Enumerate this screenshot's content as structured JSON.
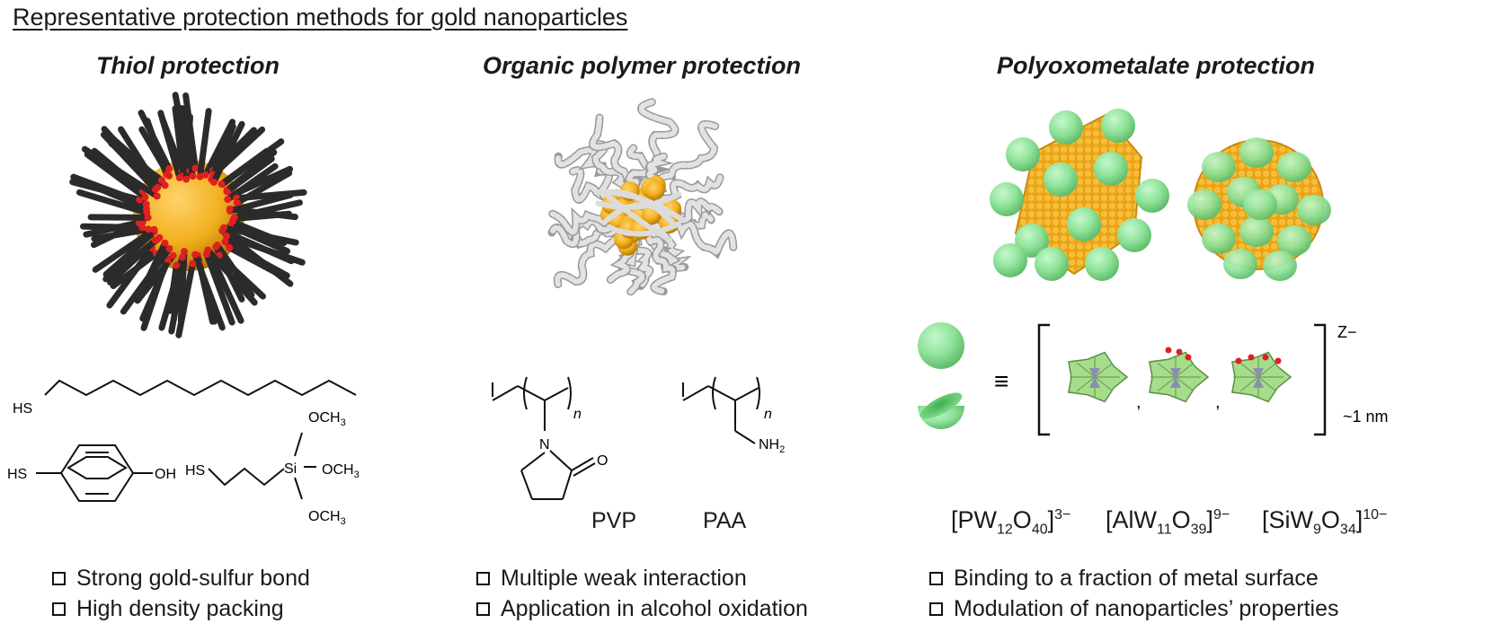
{
  "title": "Representative protection methods for gold nanoparticles",
  "columns": {
    "thiol": {
      "heading": "Thiol protection",
      "labels": {
        "sh1": "HS",
        "sh2": "HS",
        "oh": "OH",
        "sh3": "HS",
        "si": "Si",
        "och3_top": "OCH",
        "och3_mid": "OCH",
        "och3_bot": "OCH",
        "sub3": "3"
      },
      "bullets": [
        "Strong gold-sulfur bond",
        "High density packing"
      ]
    },
    "polymer": {
      "heading": "Organic polymer protection",
      "labels": {
        "n": "n",
        "o": "O",
        "nitrogen": "N",
        "nh": "NH",
        "sub2": "2"
      },
      "pvp": "PVP",
      "paa": "PAA",
      "bullets": [
        "Multiple weak interaction",
        "Application in alcohol oxidation"
      ]
    },
    "pom": {
      "heading": "Polyoxometalate protection",
      "equiv": "≡",
      "charge": "Z−",
      "size": "~1 nm",
      "comma": ",",
      "formulas": [
        {
          "a": "[PW",
          "s1": "12",
          "b": "O",
          "s2": "40",
          "c": "]",
          "sup": "3−"
        },
        {
          "a": "[AlW",
          "s1": "11",
          "b": "O",
          "s2": "39",
          "c": "]",
          "sup": "9−"
        },
        {
          "a": "[SiW",
          "s1": "9",
          "b": "O",
          "s2": "34",
          "c": "]",
          "sup": "10−"
        }
      ],
      "bullets": [
        "Binding to a fraction of metal surface",
        "Modulation of nanoparticles’ properties"
      ]
    }
  },
  "colors": {
    "gold": "#f2b01e",
    "thiol_chain": "#2b2b2b",
    "sulfur": "#e02020",
    "polymer": "#d6d6d6",
    "pom_sphere": "#8fe39a",
    "pom_cluster": "#a6dd8a"
  }
}
